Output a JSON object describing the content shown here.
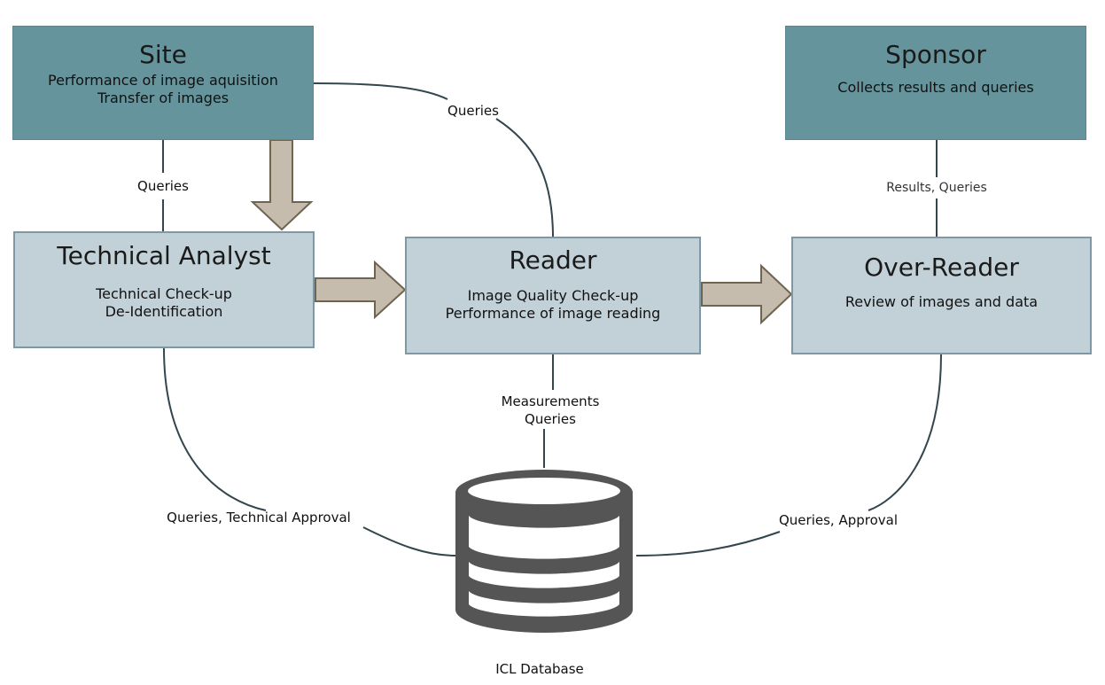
{
  "boxes": {
    "site": {
      "title": "Site",
      "lines": [
        "Performance of image aquisition",
        "Transfer of images"
      ]
    },
    "sponsor": {
      "title": "Sponsor",
      "lines": [
        "Collects results and queries"
      ]
    },
    "technical_analyst": {
      "title": "Technical Analyst",
      "lines": [
        "Technical Check-up",
        "De-Identification"
      ]
    },
    "reader": {
      "title": "Reader",
      "lines": [
        "Image Quality Check-up",
        "Performance of image reading"
      ]
    },
    "over_reader": {
      "title": "Over-Reader",
      "lines": [
        "Review of images and data"
      ]
    }
  },
  "edge_labels": {
    "site_reader": "Queries",
    "site_technical": "Queries",
    "sponsor_over_reader": "Results, Queries",
    "reader_database": [
      "Measurements",
      "Queries"
    ],
    "technical_database": "Queries, Technical Approval",
    "over_reader_database": "Queries, Approval"
  },
  "database": {
    "label": "ICL Database"
  },
  "colors": {
    "dark_box": "#65949c",
    "light_box": "#c2d1d8",
    "light_box_border": "#7e98a6",
    "arrow_fill": "#c6bcad",
    "arrow_stroke": "#6e6450",
    "connector": "#33454d",
    "database": "#555555"
  }
}
